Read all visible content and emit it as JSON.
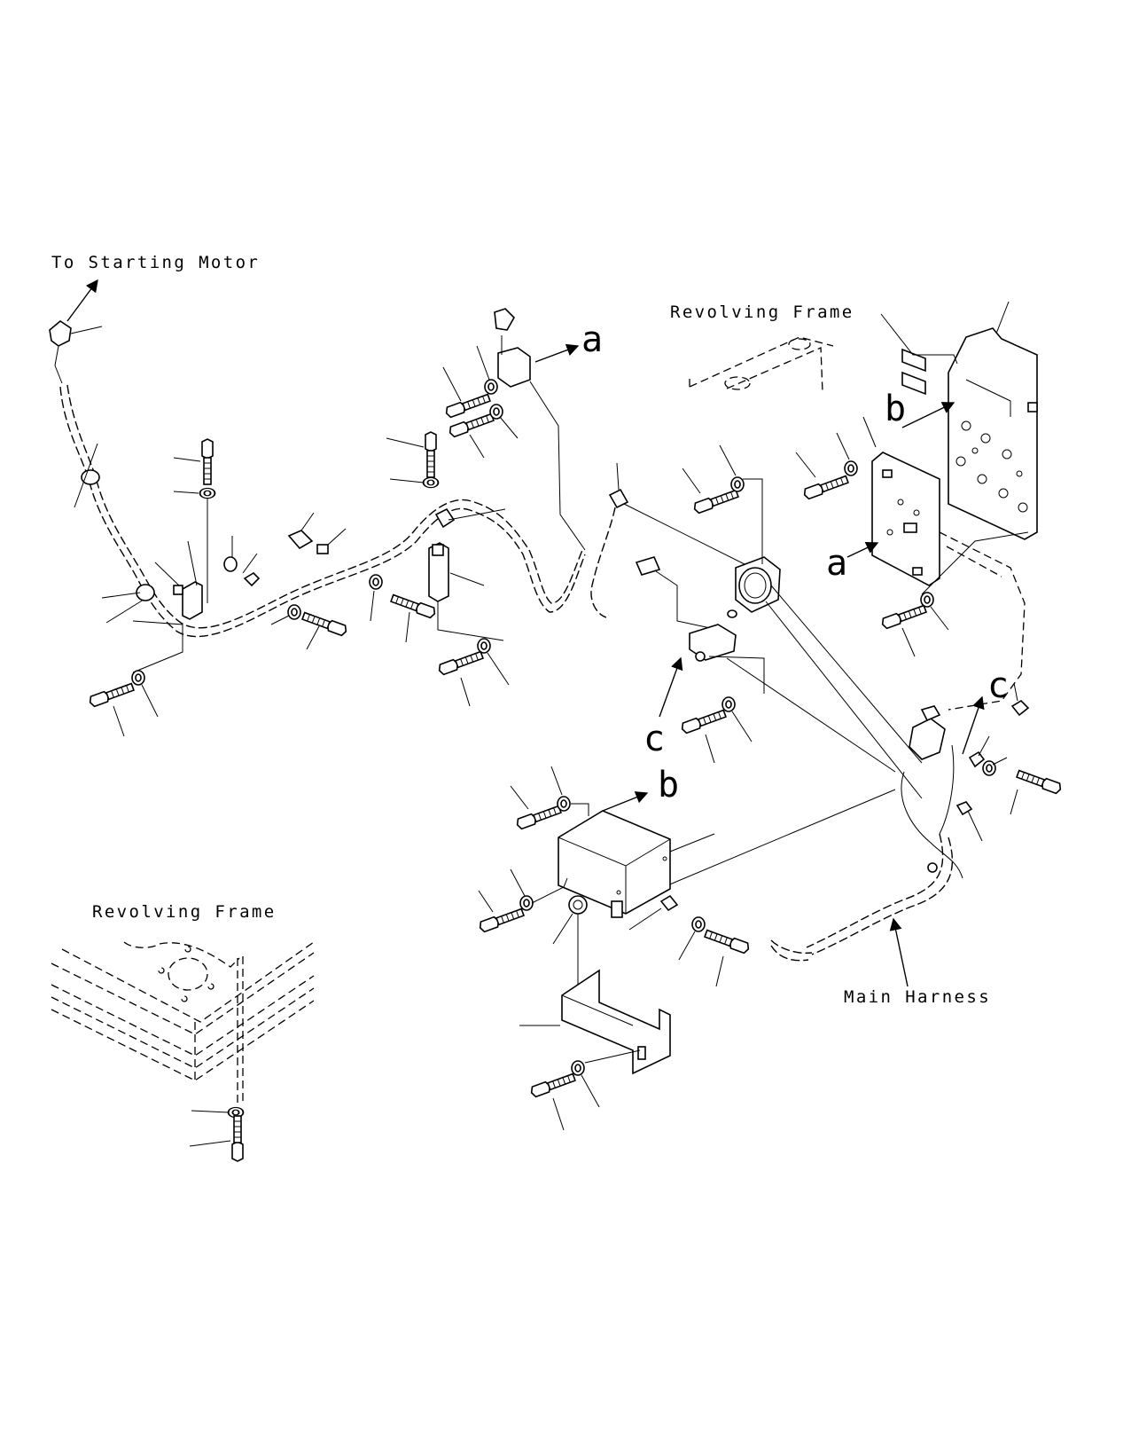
{
  "labels": {
    "to_starting_motor": "To Starting Motor",
    "revolving_frame_top": "Revolving Frame",
    "revolving_frame_bottom": "Revolving Frame",
    "main_harness": "Main Harness",
    "ref_a_1": "a",
    "ref_a_2": "a",
    "ref_b_1": "b",
    "ref_b_2": "b",
    "ref_c_1": "c",
    "ref_c_2": "c"
  },
  "icons": {
    "bolt": "bolt-icon",
    "washer": "washer-icon",
    "clamp": "clamp-icon",
    "bracket": "bracket-icon",
    "connector": "connector-icon",
    "relay": "relay-icon",
    "cover": "cover-icon",
    "horn": "horn-icon"
  }
}
